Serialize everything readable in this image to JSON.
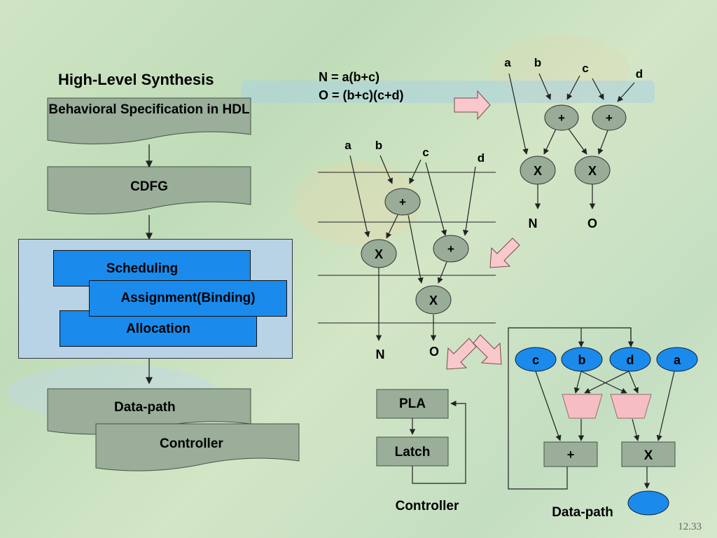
{
  "flow": {
    "title": "High-Level Synthesis",
    "behavioral": "Behavioral Specification in HDL",
    "cdfg": "CDFG",
    "scheduling": "Scheduling",
    "assignment": "Assignment(Binding)",
    "allocation": "Allocation",
    "datapath": "Data-path",
    "controller": "Controller"
  },
  "equations": {
    "n": "N = a(b+c)",
    "o": "O = (b+c)(c+d)"
  },
  "dfg_top": {
    "inputs": [
      "a",
      "b",
      "c",
      "d"
    ],
    "plus": "+",
    "times": "X",
    "outputs": [
      "N",
      "O"
    ]
  },
  "dfg_sched": {
    "inputs": [
      "a",
      "b",
      "c",
      "d"
    ],
    "plus": "+",
    "times": "X",
    "outputs": [
      "N",
      "O"
    ]
  },
  "controller": {
    "pla": "PLA",
    "latch": "Latch",
    "caption": "Controller"
  },
  "datapath": {
    "inputs": [
      "c",
      "b",
      "d",
      "a"
    ],
    "adder": "+",
    "mult": "X",
    "caption": "Data-path"
  },
  "slide_number": "12.33",
  "colors": {
    "box_fill": "#9aae9a",
    "blue_fill": "#1a8bec",
    "node_fill": "#98ac98",
    "arrow_pink": "#f8c8cc",
    "mux_pink": "#f6bec4"
  }
}
